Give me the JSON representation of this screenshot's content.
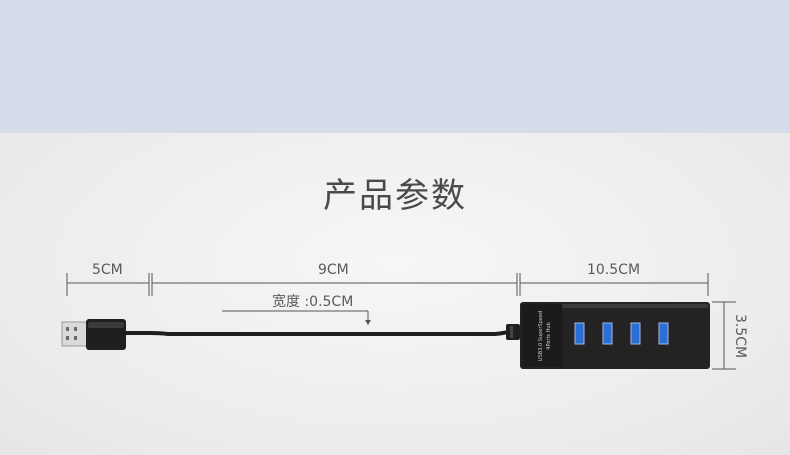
{
  "title": "产品参数",
  "dimensions": {
    "plug_length": "5CM",
    "cable_length": "9CM",
    "hub_length": "10.5CM",
    "cable_width": "宽度 :0.5CM",
    "hub_height": "3.5CM"
  },
  "hub_label": {
    "line1": "USB3.0 SuperSpeed",
    "line2": "4Ports Hub"
  },
  "colors": {
    "top_band": "#d6dcea",
    "background": "#efefef",
    "hub_body": "#2a2a2a",
    "port_blue": "#2b6fd6"
  }
}
